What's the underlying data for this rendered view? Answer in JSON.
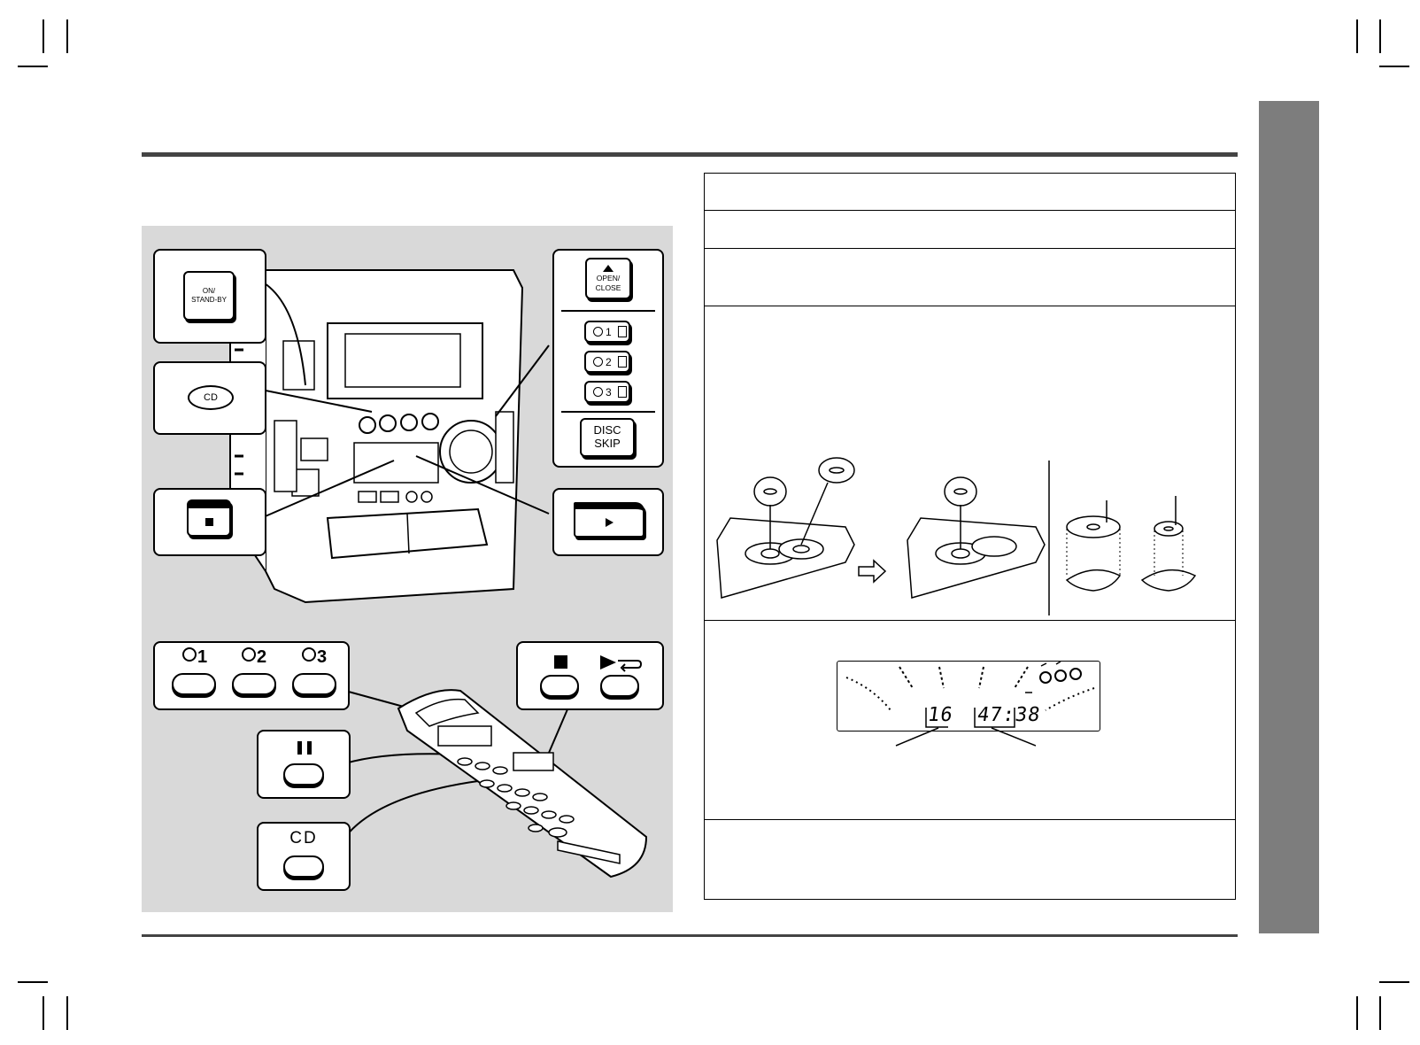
{
  "remote_disc_buttons": {
    "disc1": "1",
    "disc2": "2",
    "disc3": "3"
  },
  "unit_buttons": {
    "power": "ON/\nSTAND-BY",
    "cd": "CD",
    "open_close": "OPEN/\nCLOSE",
    "disc1": "1",
    "disc2": "2",
    "disc3": "3",
    "disc_skip": "DISC\nSKIP"
  },
  "remote_buttons": {
    "cd": "CD"
  },
  "display_readout": {
    "track": "16",
    "time": "47:38"
  },
  "colors": {
    "side_tab": "#7d7d7d",
    "panel_bg": "#d9d9d9",
    "rule": "#444444"
  },
  "icons": [
    "stop-icon",
    "play-icon",
    "pause-icon",
    "play-repeat-icon",
    "eject-icon",
    "disc-icon",
    "arrow-right-icon"
  ]
}
